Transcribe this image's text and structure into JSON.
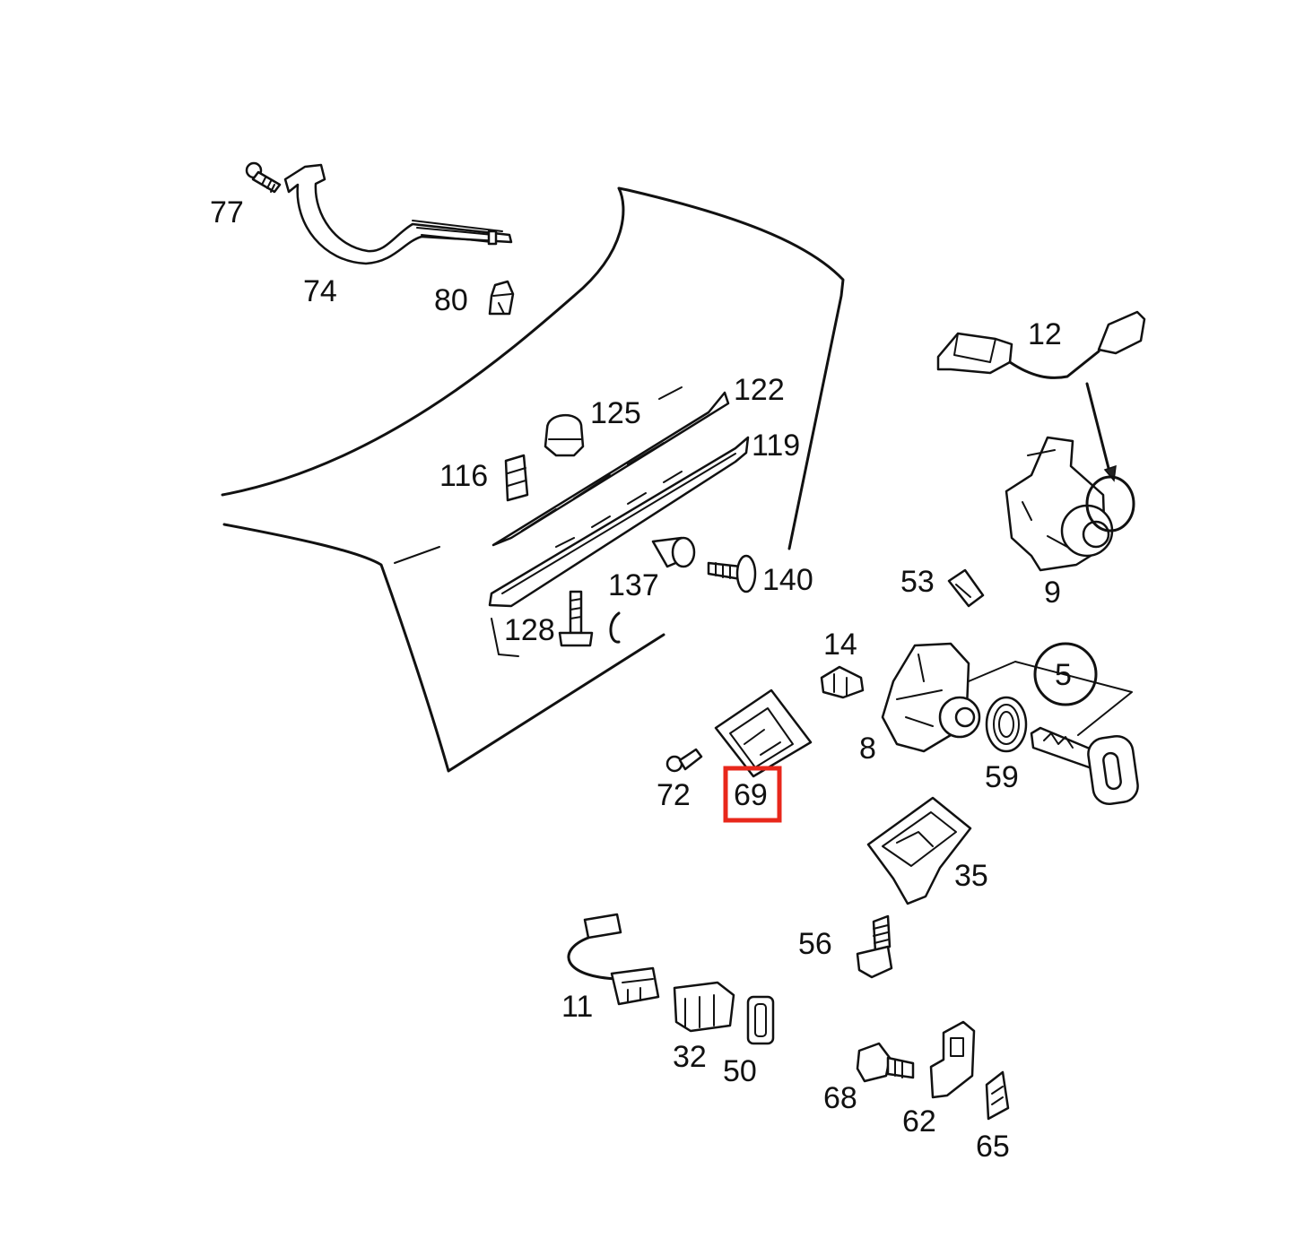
{
  "highlight_color": "#e8271b",
  "highlighted_part": "69",
  "labels": {
    "p77": "77",
    "p74": "74",
    "p80": "80",
    "p12": "12",
    "p122": "122",
    "p125": "125",
    "p119": "119",
    "p116": "116",
    "p137": "137",
    "p140": "140",
    "p128": "128",
    "p53": "53",
    "p9": "9",
    "p14": "14",
    "p5": "5",
    "p8": "8",
    "p59": "59",
    "p72": "72",
    "p69": "69",
    "p35": "35",
    "p56": "56",
    "p11": "11",
    "p32": "32",
    "p50": "50",
    "p68": "68",
    "p62": "62",
    "p65": "65"
  }
}
